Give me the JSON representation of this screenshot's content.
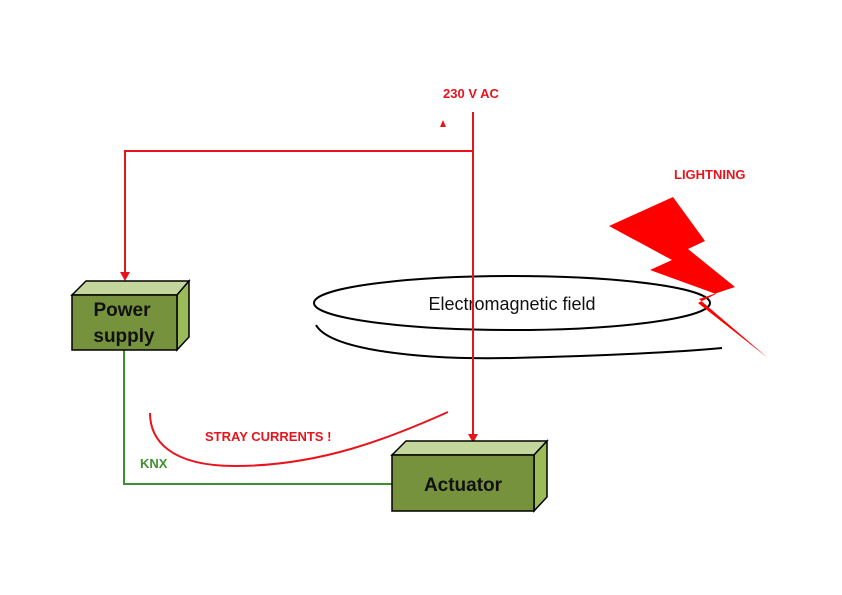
{
  "diagram": {
    "labels": {
      "supply": "230 V AC",
      "lightning": "LIGHTNING",
      "field": "Electromagnetic field",
      "stray": "STRAY CURRENTS !",
      "bus": "KNX"
    },
    "nodes": {
      "power_supply": {
        "line1": "Power",
        "line2": "supply"
      },
      "actuator": {
        "label": "Actuator"
      }
    },
    "colors": {
      "mains_line": "#e8141c",
      "bus_line": "#3f8f2f",
      "box_front": "#76923c",
      "box_top": "#c3d69b",
      "box_side": "#9bbb59",
      "lightning": "#ff0000"
    }
  }
}
